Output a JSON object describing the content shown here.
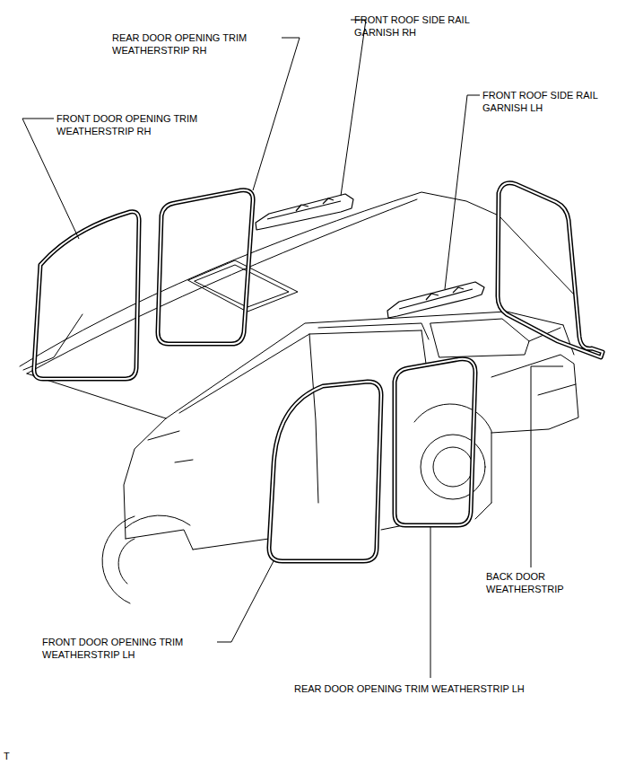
{
  "diagram": {
    "labels": [
      "REAR DOOR OPENING TRIM WEATHERSTRIP RH",
      "FRONT ROOF SIDE RAIL GARNISH RH",
      "FRONT ROOF SIDE RAIL GARNISH LH",
      "FRONT DOOR OPENING TRIM WEATHERSTRIP RH",
      "BACK DOOR WEATHERSTRIP",
      "FRONT DOOR OPENING TRIM WEATHERSTRIP LH",
      "REAR DOOR OPENING TRIM WEATHERSTRIP LH",
      "T"
    ]
  }
}
